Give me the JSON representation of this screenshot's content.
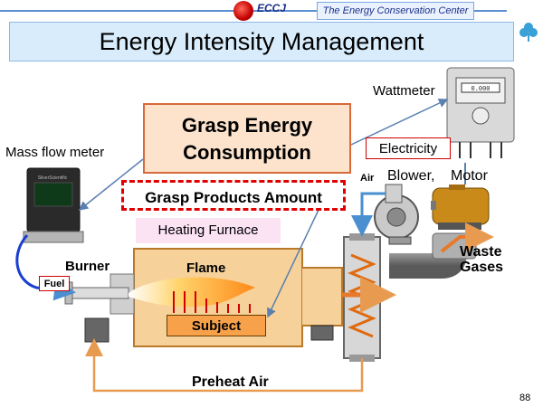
{
  "header": {
    "org_abbr": "ECCJ",
    "org_name": "The Energy Conservation Center Japan"
  },
  "title": "Energy Intensity Management",
  "callouts": {
    "grasp_energy_line1": "Grasp Energy",
    "grasp_energy_line2": "Consumption",
    "grasp_products": "Grasp Products Amount",
    "heating_furnace": "Heating Furnace",
    "electricity": "Electricity"
  },
  "labels": {
    "wattmeter": "Wattmeter",
    "mass_flow_meter": "Mass flow meter",
    "air": "Air",
    "blower": "Blower,",
    "motor": "Motor",
    "burner": "Burner",
    "fuel": "Fuel",
    "flame": "Flame",
    "subject": "Subject",
    "waste_line1": "Waste",
    "waste_line2": "Gases",
    "preheat_air": "Preheat Air"
  },
  "meter_display": "0.000",
  "flow_meter_brand": "SilverScientific",
  "page_number": "88",
  "colors": {
    "header_blue": "#5a8fd0",
    "title_bg": "#d8ecfb",
    "energy_box_bg": "#fde3cc",
    "energy_box_border": "#d86a3a",
    "products_border": "#e00000",
    "heating_bg": "#fbe3f4",
    "air_arrow": "#4a8fd0",
    "preheat_arrow": "#e89a50",
    "fuel_line": "#1a3fd0",
    "furnace_fill": "#f6d29a"
  }
}
